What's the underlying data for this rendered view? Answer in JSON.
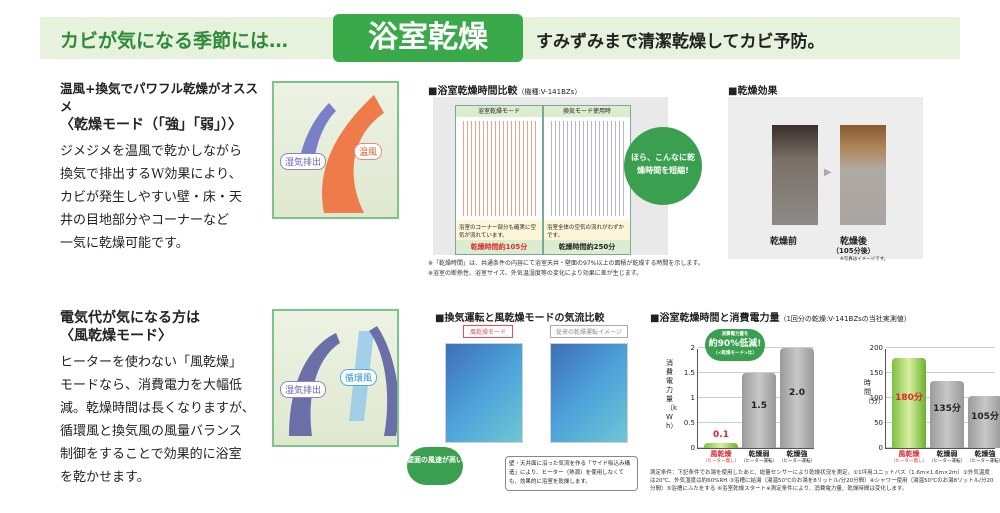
{
  "banner": {
    "lead": "カビが気になる季節には…",
    "title": "浴室乾燥",
    "tagline": "すみずみまで清潔乾燥してカビ予防。"
  },
  "sec1": {
    "heading1": "温風+換気でパワフル乾燥がオススメ",
    "heading2": "〈乾燥モード（「強」「弱」）〉",
    "body": [
      "ジメジメを温風で乾かしながら",
      "換気で排出するW効果により、",
      "カビが発生しやすい壁・床・天",
      "井の目地部分やコーナーなど",
      "一気に乾燥可能です。"
    ],
    "tag_exhaust": "湿気排出",
    "tag_warm": "温風"
  },
  "compare": {
    "title": "■浴室乾燥時間比較",
    "model": "（機種:V-141BZs）",
    "col1_head": "浴室乾燥モード",
    "col2_head": "換気モード使用時",
    "col1_note": "浴室のコーナー部分も確実に空気が流れています。",
    "col2_note": "浴室全体の空気の流れがわずかです。",
    "col1_time": "乾燥時間約105分",
    "col2_time": "乾燥時間約250分",
    "bubble": "ほら、こんなに乾燥時間を短縮!",
    "note1": "※「乾燥時間」は、共通条件の内容にて浴室天井・壁面の97%以上の面積が乾燥する時間を示します。",
    "note2": "※浴室の断熱性、浴室サイズ、外気温湿度等の変化により効果に差が生じます。"
  },
  "effect": {
    "title": "■乾燥効果",
    "before": "乾燥前",
    "after": "乾燥後",
    "after_sub": "（105分後）",
    "note": "※写真はイメージです。"
  },
  "sec2": {
    "heading1": "電気代が気になる方は",
    "heading2": "〈風乾燥モード〉",
    "body": [
      "ヒーターを使わない「風乾燥」",
      "モードなら、消費電力を大幅低",
      "減。乾燥時間は長くなりますが、",
      "循環風と換気風の風量バランス",
      "制御をすることで効果的に浴室",
      "を乾かせます。"
    ],
    "tag_exhaust": "湿気排出",
    "tag_circ": "循環風"
  },
  "airflow": {
    "title": "■換気運転と風乾燥モードの気流比較",
    "label1": "風乾燥モード",
    "label2": "従来の乾燥運転イメージ",
    "bubble": "壁面の風速が高い",
    "note": "壁・天井面に沿った気流を作る「サイド吸込み構造」により、ヒーター（熱源）を使用しなくても、効果的に浴室を乾燥します。"
  },
  "power": {
    "title": "■浴室乾燥時間と消費電力量",
    "sub": "（1回分の乾燥:V-141BZsの当社実測値）",
    "badge_top": "消費電力量を",
    "badge_main": "約90%低減!",
    "badge_sub": "（<乾燥モード>比）",
    "note": "測定条件：下記条件でお湯を使用したあと、総量センサーにより乾燥状況を測定。①1坪用ユニットバス（1.6m×1.6m×2m）②外気温度は20℃、外気湿度は約60%RH ③浴槽に給湯（湯温50℃のお湯を8リットル/分20分間）④シャワー使用（湯温50℃のお湯8リットル/分20分間）⑤浴槽にふたをする ⑥浴室乾燥スタート※測定条件により、消費電力量、乾燥時間は変化します。"
  },
  "chart_data": [
    {
      "type": "bar",
      "ylabel": "消費電力量（kWh）",
      "ylim": [
        0,
        2
      ],
      "yticks": [
        "0",
        "0.5",
        "1",
        "1.5",
        "2"
      ],
      "categories": [
        "風乾燥",
        "乾燥弱",
        "乾燥強"
      ],
      "category_subs": [
        "（ヒーター無し）",
        "（ヒーター運転）",
        "（ヒーター運転）"
      ],
      "values": [
        0.1,
        1.5,
        2.0
      ],
      "labels": [
        "0.1",
        "1.5",
        "2.0"
      ]
    },
    {
      "type": "bar",
      "ylabel": "時間（分）",
      "ylim": [
        0,
        200
      ],
      "yticks": [
        "0",
        "50",
        "100",
        "150",
        "200"
      ],
      "categories": [
        "風乾燥",
        "乾燥弱",
        "乾燥強"
      ],
      "category_subs": [
        "（ヒーター無し）",
        "（ヒーター運転）",
        "（ヒーター運転）"
      ],
      "values": [
        180,
        135,
        105
      ],
      "labels": [
        "180分",
        "135分",
        "105分"
      ]
    }
  ],
  "colors": {
    "green": "#3aa94a",
    "red": "#e0262b",
    "gray": "#a9a9a9"
  }
}
